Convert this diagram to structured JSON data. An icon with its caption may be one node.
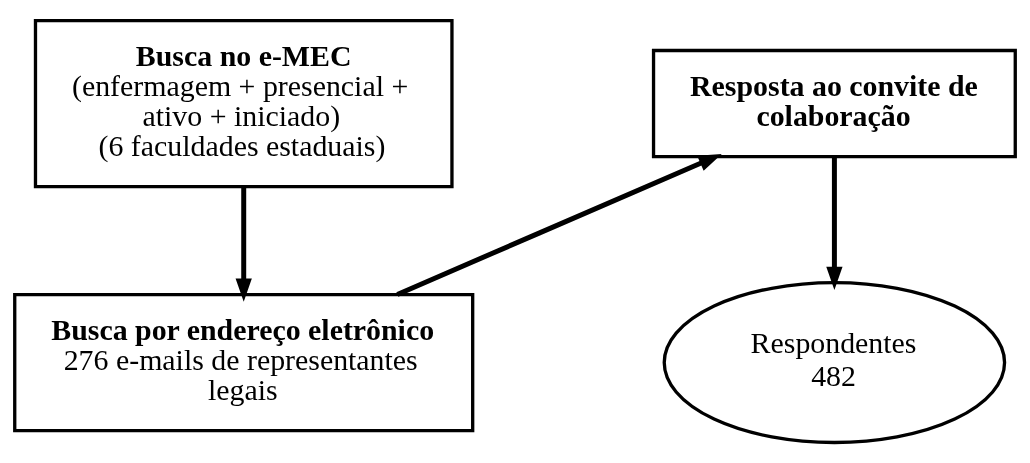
{
  "diagram": {
    "nodes": [
      {
        "text": [
          "Busca no e-MEC",
          "(enfermagem + presencial + ativo + iniciado)",
          "(6 faculdades estaduais)"
        ]
      },
      {
        "text": [
          "Busca por endereço eletrônico",
          "276 e-mails de representantes legais"
        ]
      },
      {
        "text": [
          "Resposta ao convite de colaboração"
        ]
      },
      {
        "text": [
          "Respondentes",
          "482"
        ]
      }
    ],
    "edges": [
      {
        "from": 0,
        "to": 1,
        "arrow": "to"
      },
      {
        "from": 1,
        "to": 2,
        "arrow": "to"
      },
      {
        "from": 2,
        "to": 3,
        "arrow": "to"
      }
    ]
  }
}
